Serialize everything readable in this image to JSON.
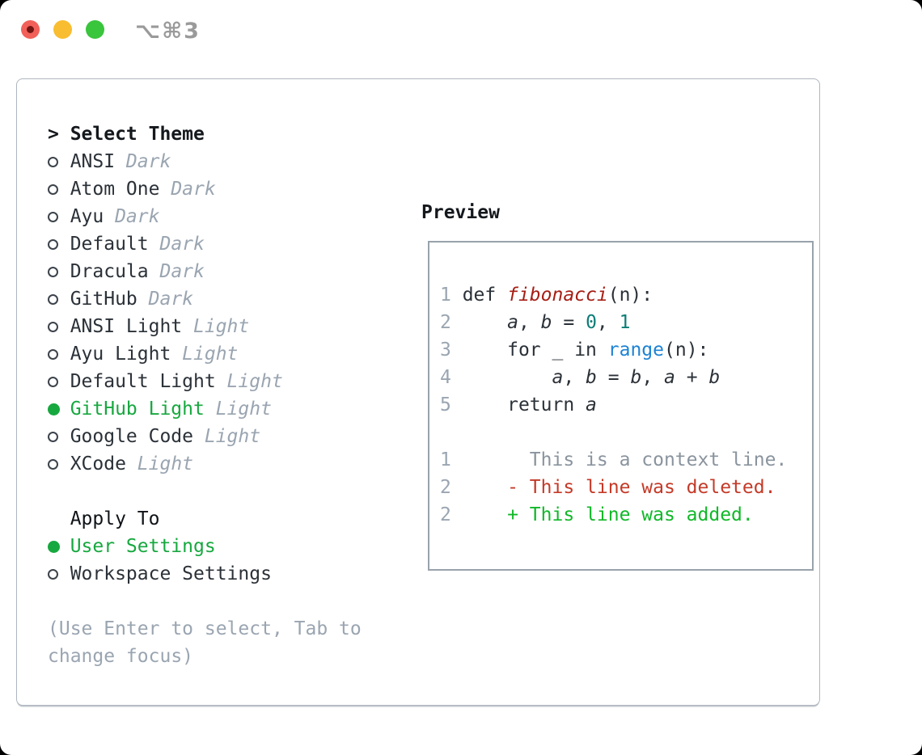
{
  "window": {
    "title": "⌥⌘3",
    "traffic_lights": [
      {
        "name": "close-button",
        "color": "#f2605a"
      },
      {
        "name": "minimize-button",
        "color": "#f8bd30"
      },
      {
        "name": "zoom-button",
        "color": "#39c53c"
      }
    ]
  },
  "colors": {
    "accent_green": "#17a83f",
    "added_green": "#10b828",
    "deleted_red": "#c43a28",
    "context_gray": "#8a949e",
    "muted_gray": "#9aa5b1",
    "text_dark": "#2b3138",
    "heading_dark": "#14181d",
    "function_red": "#a61e14",
    "number_teal": "#0d7d78",
    "builtin_blue": "#1d83d4",
    "panel_border": "#aeb6bf",
    "preview_border": "#99a2ab",
    "traffic_red": "#f2605a",
    "traffic_red_dot": "#731512",
    "traffic_yellow": "#f8bd30",
    "traffic_green": "#39c53c",
    "title_gray": "#9a9a9a"
  },
  "theme_panel": {
    "header_marker": ">",
    "header": "Select Theme",
    "themes": [
      {
        "name": "ANSI",
        "variant": "Dark",
        "selected": false
      },
      {
        "name": "Atom One",
        "variant": "Dark",
        "selected": false
      },
      {
        "name": "Ayu",
        "variant": "Dark",
        "selected": false
      },
      {
        "name": "Default",
        "variant": "Dark",
        "selected": false
      },
      {
        "name": "Dracula",
        "variant": "Dark",
        "selected": false
      },
      {
        "name": "GitHub",
        "variant": "Dark",
        "selected": false
      },
      {
        "name": "ANSI Light",
        "variant": "Light",
        "selected": false
      },
      {
        "name": "Ayu Light",
        "variant": "Light",
        "selected": false
      },
      {
        "name": "Default Light",
        "variant": "Light",
        "selected": false
      },
      {
        "name": "GitHub Light",
        "variant": "Light",
        "selected": true
      },
      {
        "name": "Google Code",
        "variant": "Light",
        "selected": false
      },
      {
        "name": "XCode",
        "variant": "Light",
        "selected": false
      }
    ],
    "apply_to": {
      "header": "Apply To",
      "options": [
        {
          "label": "User Settings",
          "selected": true
        },
        {
          "label": "Workspace Settings",
          "selected": false
        }
      ]
    },
    "hint_lines": [
      "(Use Enter to select, Tab to",
      "change focus)"
    ]
  },
  "preview": {
    "title": "Preview",
    "code_lines": [
      {
        "num": "1",
        "tokens": [
          [
            "kw",
            "def "
          ],
          [
            "func",
            "fibonacci"
          ],
          [
            "plain",
            "(n):"
          ]
        ]
      },
      {
        "num": "2",
        "tokens": [
          [
            "plain",
            "    "
          ],
          [
            "var",
            "a"
          ],
          [
            "plain",
            ", "
          ],
          [
            "var",
            "b"
          ],
          [
            "plain",
            " = "
          ],
          [
            "num",
            "0"
          ],
          [
            "plain",
            ", "
          ],
          [
            "num",
            "1"
          ]
        ]
      },
      {
        "num": "3",
        "tokens": [
          [
            "plain",
            "    "
          ],
          [
            "kw",
            "for"
          ],
          [
            "plain",
            " _ "
          ],
          [
            "kw",
            "in"
          ],
          [
            "plain",
            " "
          ],
          [
            "builtin",
            "range"
          ],
          [
            "plain",
            "(n):"
          ]
        ]
      },
      {
        "num": "4",
        "tokens": [
          [
            "plain",
            "        "
          ],
          [
            "var",
            "a"
          ],
          [
            "plain",
            ", "
          ],
          [
            "var",
            "b"
          ],
          [
            "plain",
            " = "
          ],
          [
            "var",
            "b"
          ],
          [
            "plain",
            ", "
          ],
          [
            "var",
            "a"
          ],
          [
            "plain",
            " + "
          ],
          [
            "var",
            "b"
          ]
        ]
      },
      {
        "num": "5",
        "tokens": [
          [
            "plain",
            "    "
          ],
          [
            "kw",
            "return"
          ],
          [
            "plain",
            " "
          ],
          [
            "var",
            "a"
          ]
        ]
      },
      {
        "num": "",
        "tokens": []
      },
      {
        "num": "1",
        "tokens": [
          [
            "context",
            "      This is a context line."
          ]
        ]
      },
      {
        "num": "2",
        "tokens": [
          [
            "del",
            "    - This line was deleted."
          ]
        ]
      },
      {
        "num": "2",
        "tokens": [
          [
            "add",
            "    + This line was added."
          ]
        ]
      }
    ]
  }
}
